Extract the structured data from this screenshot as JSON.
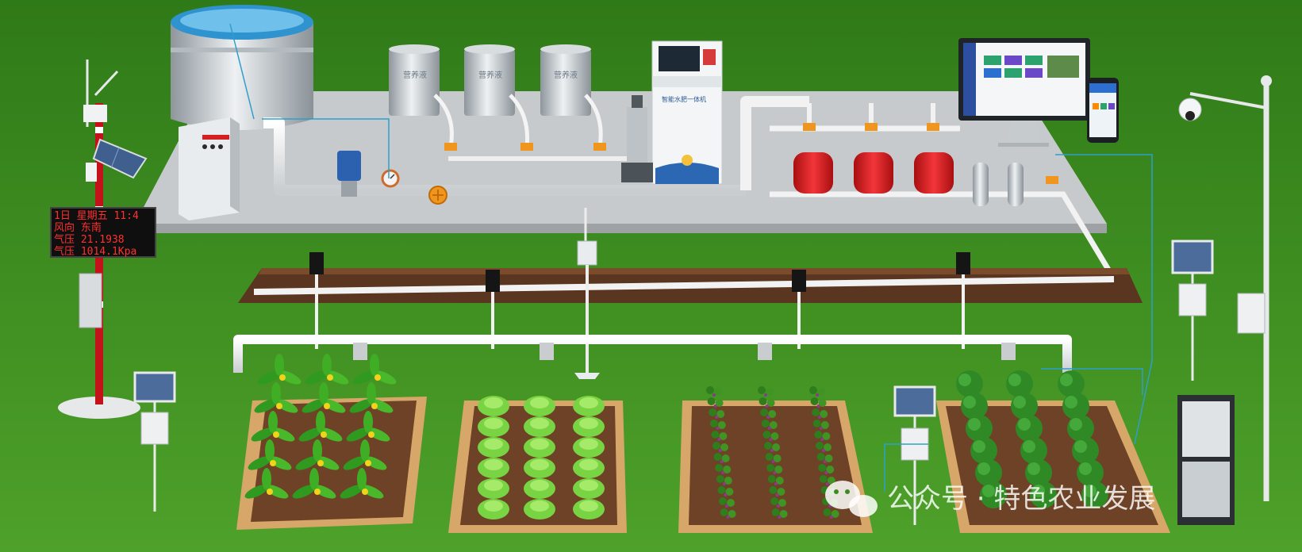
{
  "station_board": {
    "lines": [
      "1日  星期五  11:4",
      "风向      东南",
      "气压    21.1938",
      "气压  1014.1Kpa"
    ]
  },
  "nutrient_tanks": {
    "labels": [
      "营养液",
      "营养液",
      "营养液"
    ]
  },
  "fertigation_machine": {
    "label": "智能水肥一体机"
  },
  "watermark": {
    "text": "公众号 · 特色农业发展"
  },
  "colors": {
    "grass": "#3d8a1f",
    "platform": "#c9ccce",
    "pipe": "#f2f2f2",
    "filter_tank": "#d8191b",
    "water": "#3aa0d8",
    "soil": "#7a4a2a",
    "sensor_wire": "#2e9fc9"
  },
  "icons": {
    "weather_station": "weather-station-icon",
    "solar_panel": "solar-panel-icon",
    "camera": "cctv-camera-icon",
    "monitor": "computer-monitor-icon",
    "phone": "smartphone-icon",
    "valve": "valve-icon",
    "pump": "pump-icon",
    "pressure_gauge": "pressure-gauge-icon",
    "server_cabinet": "server-cabinet-icon",
    "wechat": "wechat-icon"
  }
}
